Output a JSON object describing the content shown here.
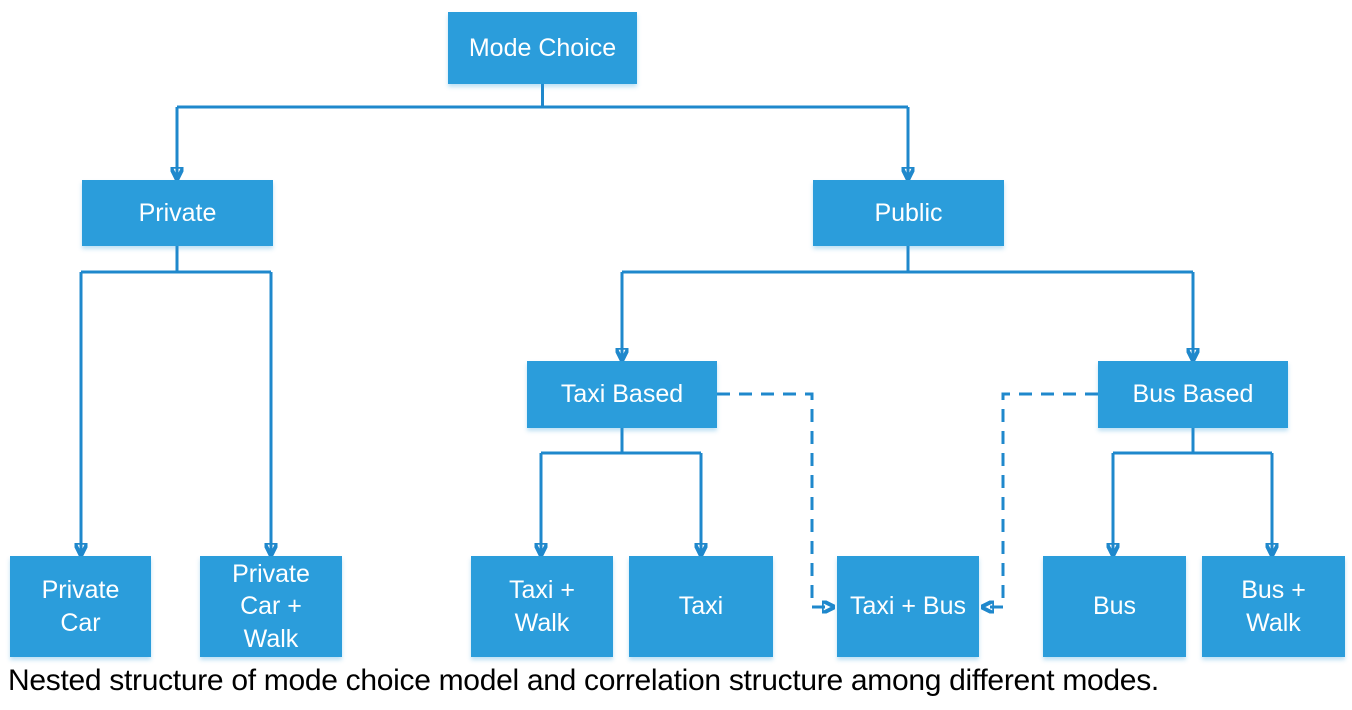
{
  "caption": "Nested structure of mode choice model and correlation structure among different modes.",
  "colors": {
    "box_fill": "#2b9ddb",
    "line": "#1f88cc",
    "node_text": "#ffffff",
    "caption_text": "#000000"
  },
  "nodes": {
    "mode_choice": {
      "label": "Mode Choice"
    },
    "private": {
      "label": "Private"
    },
    "public": {
      "label": "Public"
    },
    "taxi_based": {
      "label": "Taxi Based"
    },
    "bus_based": {
      "label": "Bus Based"
    },
    "private_car": {
      "label": "Private\nCar"
    },
    "private_car_walk": {
      "label": "Private\nCar +\nWalk"
    },
    "taxi_walk": {
      "label": "Taxi +\nWalk"
    },
    "taxi": {
      "label": "Taxi"
    },
    "taxi_bus": {
      "label": "Taxi + Bus"
    },
    "bus": {
      "label": "Bus"
    },
    "bus_walk": {
      "label": "Bus +\nWalk"
    }
  },
  "edges": {
    "solid": [
      {
        "from": "mode_choice",
        "to": "private"
      },
      {
        "from": "mode_choice",
        "to": "public"
      },
      {
        "from": "private",
        "to": "private_car"
      },
      {
        "from": "private",
        "to": "private_car_walk"
      },
      {
        "from": "public",
        "to": "taxi_based"
      },
      {
        "from": "public",
        "to": "bus_based"
      },
      {
        "from": "taxi_based",
        "to": "taxi_walk"
      },
      {
        "from": "taxi_based",
        "to": "taxi"
      },
      {
        "from": "bus_based",
        "to": "bus"
      },
      {
        "from": "bus_based",
        "to": "bus_walk"
      }
    ],
    "dashed_correlation": [
      {
        "from": "taxi_based",
        "to": "taxi_bus"
      },
      {
        "from": "bus_based",
        "to": "taxi_bus"
      }
    ]
  }
}
